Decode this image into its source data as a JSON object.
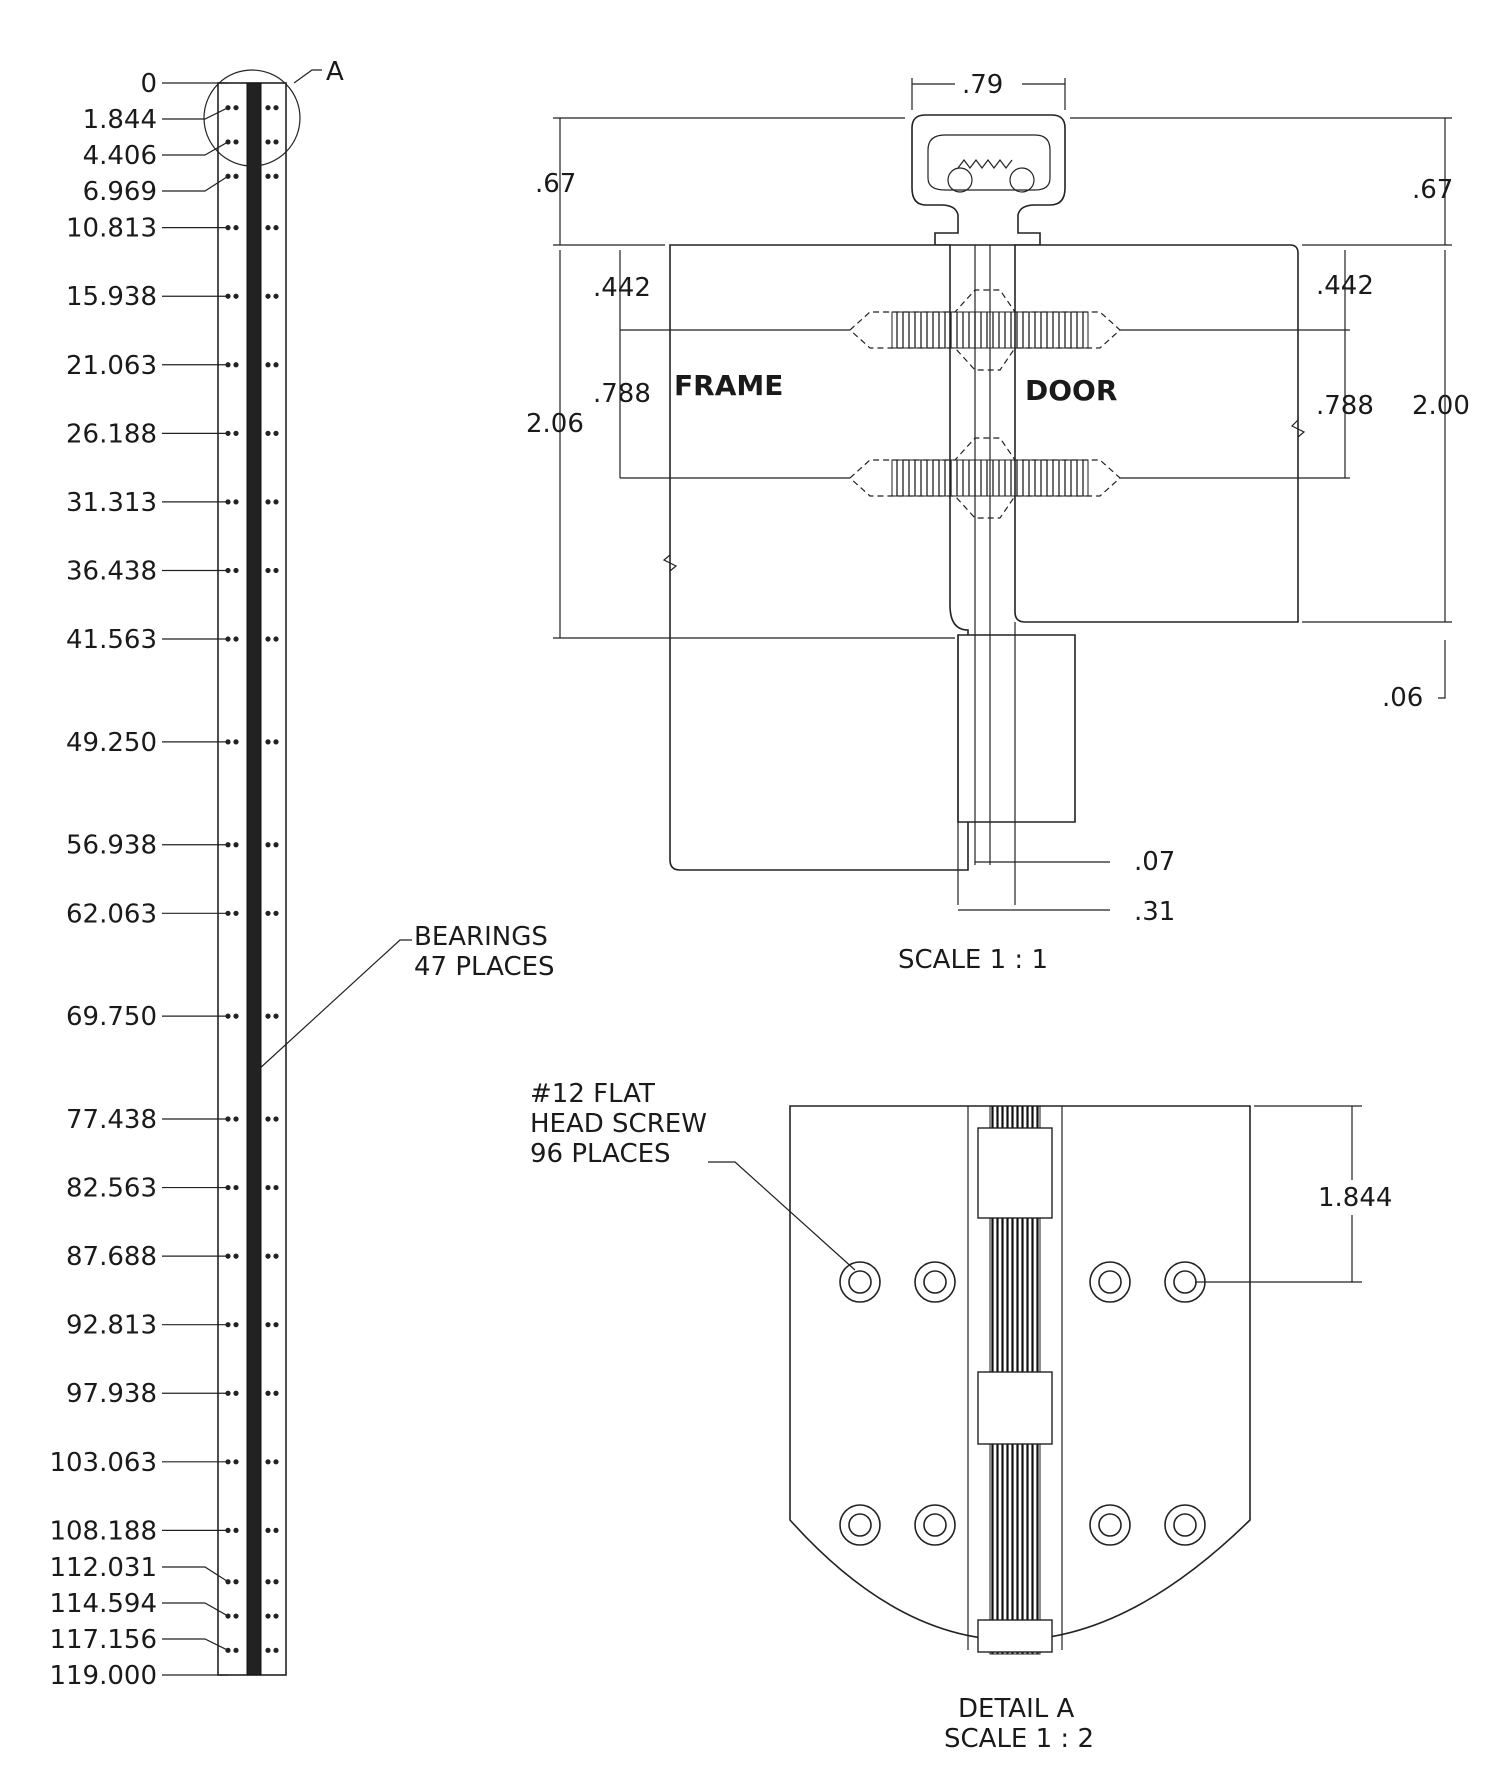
{
  "hinge_scale": {
    "positions": [
      "0",
      "1.844",
      "4.406",
      "6.969",
      "10.813",
      "15.938",
      "21.063",
      "26.188",
      "31.313",
      "36.438",
      "41.563",
      "49.250",
      "56.938",
      "62.063",
      "69.750",
      "77.438",
      "82.563",
      "87.688",
      "92.813",
      "97.938",
      "103.063",
      "108.188",
      "112.031",
      "114.594",
      "117.156",
      "119.000"
    ],
    "detail_callout": "A",
    "bearings_note": [
      "BEARINGS",
      "47 PLACES"
    ]
  },
  "section_view": {
    "labels": {
      "frame": "FRAME",
      "door": "DOOR"
    },
    "dims": {
      "top_width": ".79",
      "left_height": ".67",
      "right_height": ".67",
      "left_screw_offset": ".442",
      "right_screw_offset": ".442",
      "left_screw_pitch": ".788",
      "right_screw_pitch": ".788",
      "frame_leaf_height": "2.06",
      "door_leaf_height": "2.00",
      "bottom_offset": ".06",
      "gap": ".07",
      "knuckle_width": ".31"
    },
    "scale": "SCALE 1 : 1"
  },
  "detail_view": {
    "note": [
      "#12 FLAT",
      "HEAD SCREW",
      "96 PLACES"
    ],
    "dim": "1.844",
    "title": [
      "DETAIL A",
      "SCALE 1 : 2"
    ]
  }
}
